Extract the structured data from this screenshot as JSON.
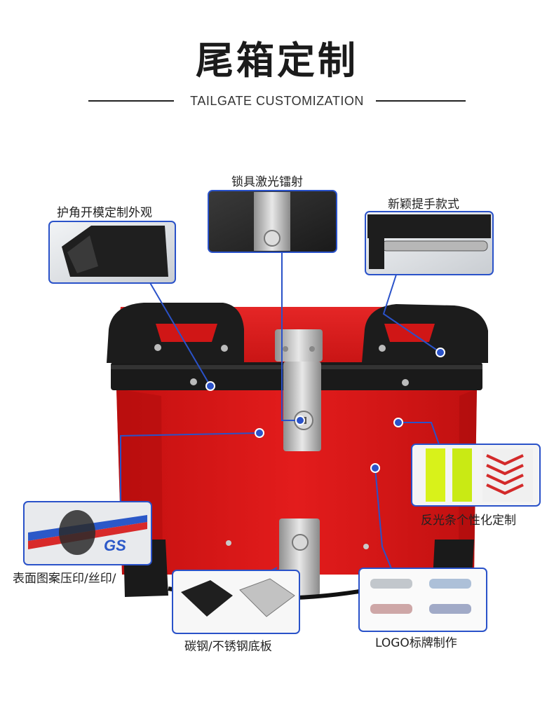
{
  "header": {
    "title": "尾箱定制",
    "subtitle": "TAILGATE CUSTOMIZATION"
  },
  "callouts": {
    "corner_guard": "护角开模定制外观",
    "lock_laser": "锁具激光镭射",
    "handle": "新颖提手款式",
    "reflective": "反光条个性化定制",
    "surface_print": "表面图案压印/丝印/",
    "base_plate": "碳钢/不锈钢底板",
    "logo_plate": "LOGO标牌制作"
  },
  "colors": {
    "accent_line": "#2a52c9",
    "box_red": "#d81818",
    "frame_black": "#1a1a1a"
  }
}
